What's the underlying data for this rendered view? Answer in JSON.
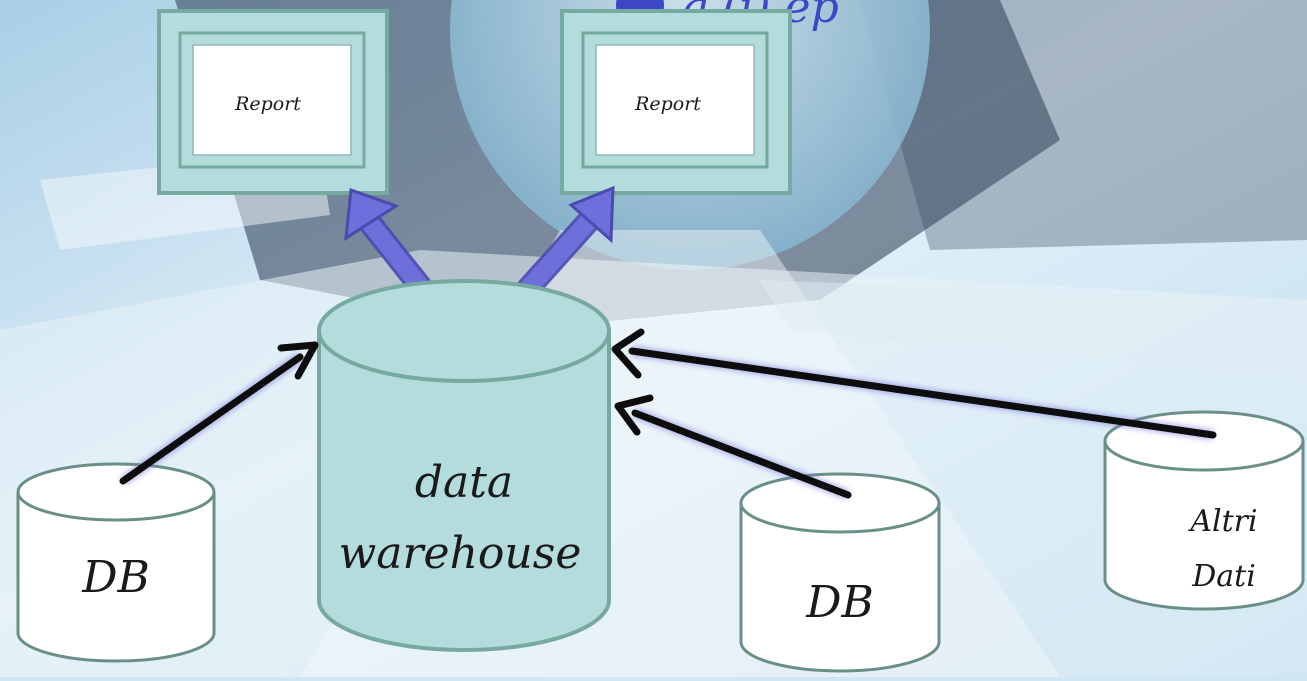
{
  "colors": {
    "node_fill": "#b5dcdd",
    "node_stroke": "#76a99f",
    "db_fill": "#ffffff",
    "db_stroke": "#6a8f86",
    "flow_arrow": "#6f6fdc",
    "input_arrow": "#0d0d0d",
    "title_text": "#3b47c5"
  },
  "header": {
    "partial_title": "g (i) ep"
  },
  "nodes": {
    "report_left": "Report",
    "report_right": "Report",
    "warehouse_line1": "data",
    "warehouse_line2": "warehouse",
    "db_left": "DB",
    "db_right": "DB",
    "other_line1": "Altri",
    "other_line2": "Dati"
  }
}
